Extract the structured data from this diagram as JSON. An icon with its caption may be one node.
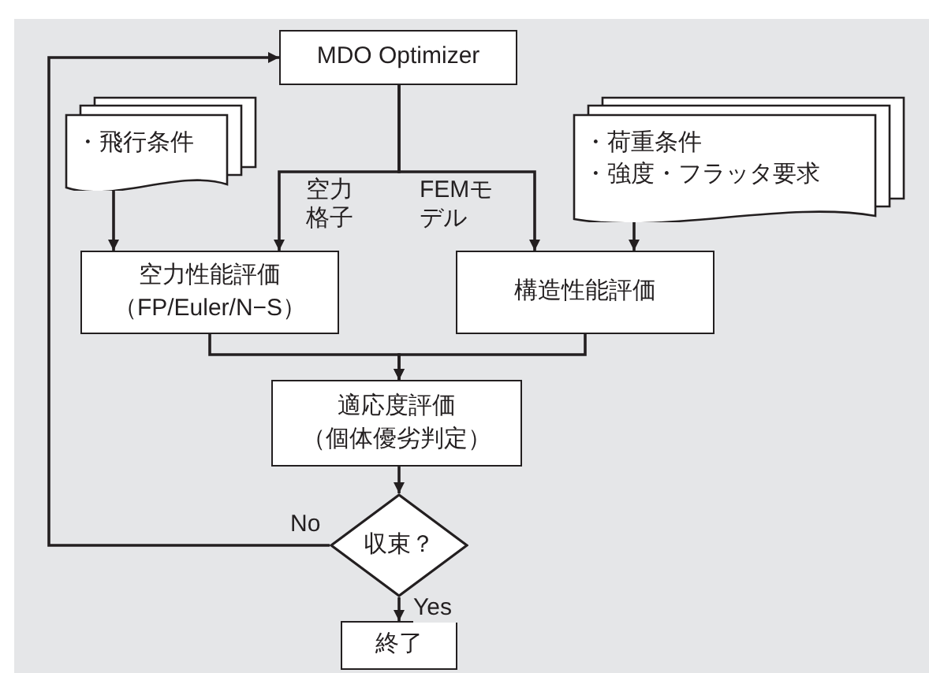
{
  "diagram": {
    "nodes": [
      {
        "text": [
          "MDO Optimizer"
        ]
      },
      {
        "text": [
          "・飛行条件"
        ]
      },
      {
        "text": [
          "・荷重条件",
          "・強度・フラッタ要求"
        ]
      },
      {
        "text": [
          "空力性能評価",
          "（FP/Euler/N−S）"
        ]
      },
      {
        "text": [
          "構造性能評価"
        ]
      },
      {
        "text": [
          "適応度評価",
          "（個体優劣判定）"
        ]
      },
      {
        "text": [
          "収束？"
        ]
      },
      {
        "text": [
          "終了"
        ]
      }
    ],
    "edges": [
      {
        "from": 0,
        "to": 3,
        "arrow": "to",
        "label": "空力格子"
      },
      {
        "from": 0,
        "to": 4,
        "arrow": "to",
        "label": "FEMモデル"
      },
      {
        "from": 1,
        "to": 3,
        "arrow": "to"
      },
      {
        "from": 2,
        "to": 4,
        "arrow": "to"
      },
      {
        "from": 3,
        "to": 5,
        "arrow": "to"
      },
      {
        "from": 4,
        "to": 5,
        "arrow": "to"
      },
      {
        "from": 5,
        "to": 6,
        "arrow": "to"
      },
      {
        "from": 6,
        "to": 7,
        "arrow": "to",
        "label": "Yes"
      },
      {
        "from": 6,
        "to": 0,
        "arrow": "to",
        "label": "No"
      }
    ]
  }
}
